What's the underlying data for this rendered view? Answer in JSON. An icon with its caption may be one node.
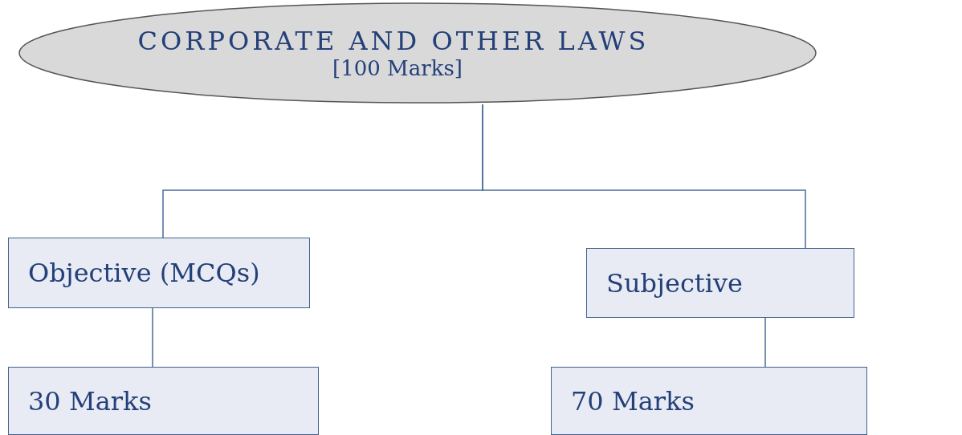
{
  "diagram": {
    "nodes": [
      {
        "text": [
          "CORPORATE AND OTHER LAWS",
          "[100 Marks]"
        ]
      },
      {
        "text": [
          "Objective (MCQs)"
        ]
      },
      {
        "text": [
          "Subjective"
        ]
      },
      {
        "text": [
          "30 Marks"
        ]
      },
      {
        "text": [
          "70 Marks"
        ]
      }
    ],
    "edges": [
      {
        "from": 0,
        "to": 1,
        "arrow": "none"
      },
      {
        "from": 0,
        "to": 2,
        "arrow": "none"
      },
      {
        "from": 1,
        "to": 3,
        "arrow": "none"
      },
      {
        "from": 2,
        "to": 4,
        "arrow": "none"
      }
    ]
  }
}
